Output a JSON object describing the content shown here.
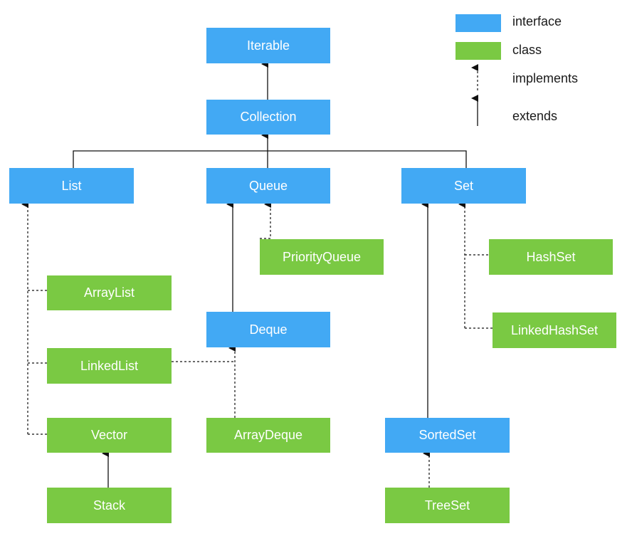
{
  "colors": {
    "interface": "#42a9f4",
    "class": "#7ac943",
    "line": "#111111"
  },
  "legend": {
    "interface_label": "interface",
    "class_label": "class",
    "implements_label": "implements",
    "extends_label": "extends"
  },
  "nodes": {
    "iterable": "Iterable",
    "collection": "Collection",
    "list": "List",
    "queue": "Queue",
    "set": "Set",
    "priority_queue": "PriorityQueue",
    "hash_set": "HashSet",
    "array_list": "ArrayList",
    "deque": "Deque",
    "linked_hash_set": "LinkedHashSet",
    "linked_list": "LinkedList",
    "vector": "Vector",
    "array_deque": "ArrayDeque",
    "sorted_set": "SortedSet",
    "stack": "Stack",
    "tree_set": "TreeSet"
  }
}
